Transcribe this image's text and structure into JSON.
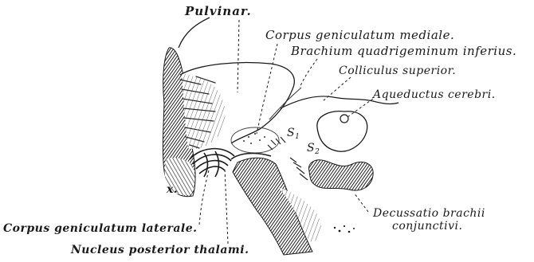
{
  "labels": {
    "pulvinar": "Pulvinar.",
    "corpus_geniculatum_mediale": "Corpus geniculatum mediale.",
    "brachium_quadrigeminum_inferius": "Brachium quadrigeminum inferius.",
    "colliculus_superior": "Colliculus superior.",
    "aqueductus_cerebri": "Aqueductus cerebri.",
    "s1": {
      "letter": "S",
      "sub": "1"
    },
    "s2": {
      "letter": "S",
      "sub": "2"
    },
    "x_mark": "x.",
    "corpus_geniculatum_laterale": "Corpus geniculatum laterale.",
    "nucleus_posterior_thalami": "Nucleus posterior thalami.",
    "decussatio_brachii_conjunctivi": [
      "Decussatio brachii",
      "conjunctivi."
    ]
  },
  "colors": {
    "ink": "#1a1a1a",
    "paper": "#ffffff"
  }
}
